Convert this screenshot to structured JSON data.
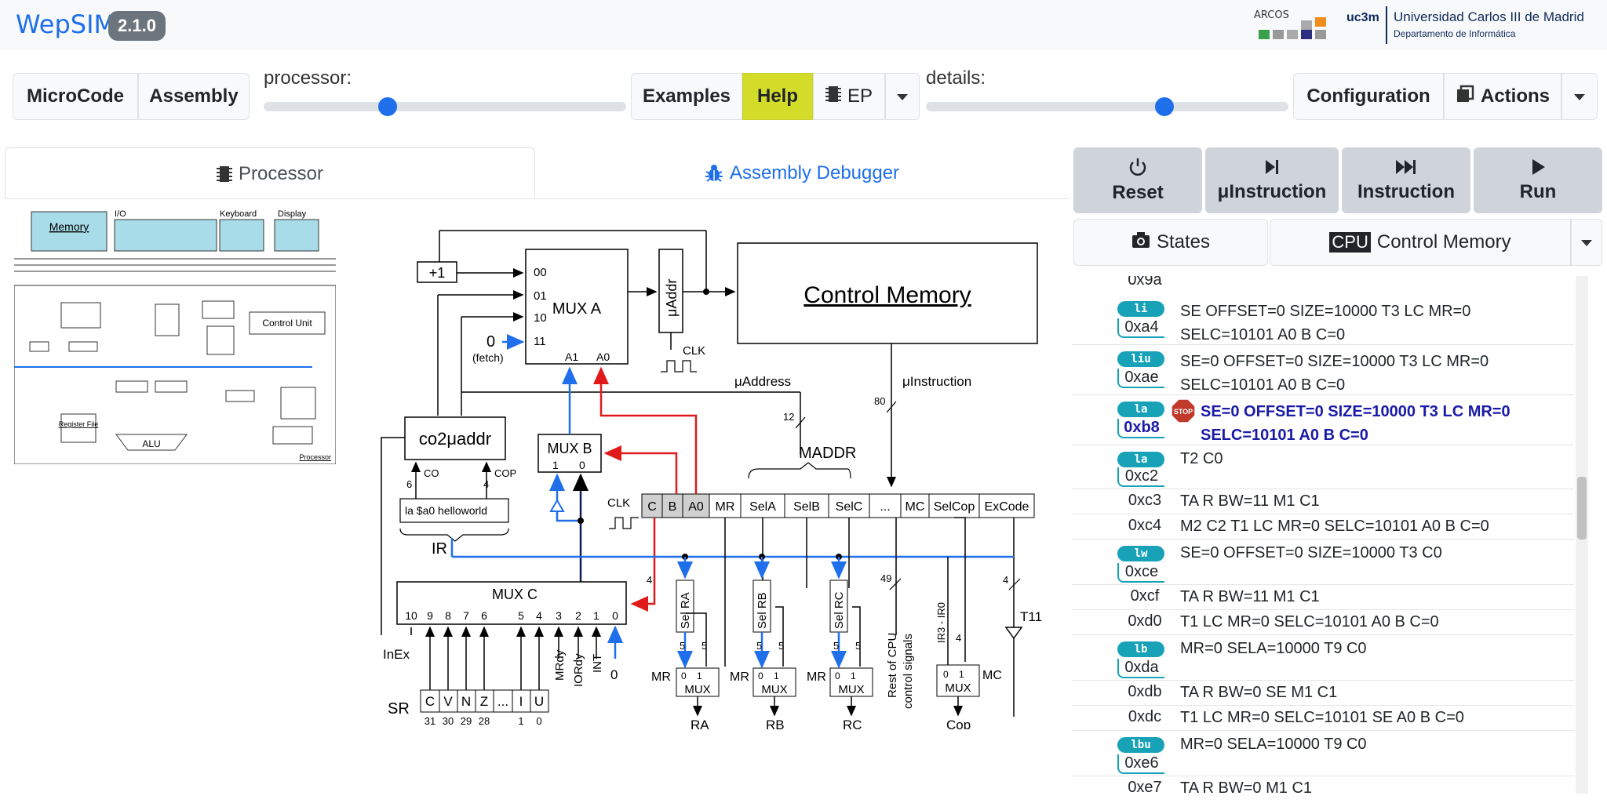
{
  "header": {
    "brand": "WepSIM",
    "version": "2.1.0",
    "arcos": "ARCOS",
    "uc3m": "uc3m",
    "university": "Universidad Carlos III de Madrid",
    "department": "Departamento de Informática"
  },
  "toolbar": {
    "microcode": "MicroCode",
    "assembly": "Assembly",
    "processor_label": "processor:",
    "processor_slider": 0.34,
    "examples": "Examples",
    "help": "Help",
    "ep": "EP",
    "details_label": "details:",
    "details_slider": 0.66,
    "configuration": "Configuration",
    "actions": "Actions"
  },
  "tabs": {
    "processor": "Processor",
    "debugger": "Assembly Debugger"
  },
  "exec": {
    "reset": "Reset",
    "uinstruction": "μInstruction",
    "instruction": "Instruction",
    "run": "Run",
    "states": "States",
    "cpu_tag": "CPU",
    "control_memory": "Control Memory"
  },
  "control_memory": {
    "top_partial": "0x9a",
    "rows": [
      {
        "label": "li",
        "addr": "0xa4",
        "code": "SE OFFSET=0 SIZE=10000 T3 LC MR=0 SELC=10101 A0 B C=0"
      },
      {
        "label": "liu",
        "addr": "0xae",
        "code": "SE=0 OFFSET=0 SIZE=10000 T3 LC MR=0 SELC=10101 A0 B C=0"
      },
      {
        "label": "la",
        "addr": "0xb8",
        "code": "SE=0 OFFSET=0 SIZE=10000 T3 LC MR=0 SELC=10101 A0 B C=0",
        "active": true
      },
      {
        "label": "la",
        "addr": "0xc2",
        "code": "T2 C0"
      },
      {
        "label": "",
        "addr": "0xc3",
        "code": "TA R BW=11 M1 C1"
      },
      {
        "label": "",
        "addr": "0xc4",
        "code": "M2 C2 T1 LC MR=0 SELC=10101 A0 B C=0"
      },
      {
        "label": "lw",
        "addr": "0xce",
        "code": "SE=0 OFFSET=0 SIZE=10000 T3 C0"
      },
      {
        "label": "",
        "addr": "0xcf",
        "code": "TA R BW=11 M1 C1"
      },
      {
        "label": "",
        "addr": "0xd0",
        "code": "T1 LC MR=0 SELC=10101 A0 B C=0"
      },
      {
        "label": "lb",
        "addr": "0xda",
        "code": "MR=0 SELA=10000 T9 C0"
      },
      {
        "label": "",
        "addr": "0xdb",
        "code": "TA R BW=0 SE M1 C1"
      },
      {
        "label": "",
        "addr": "0xdc",
        "code": "T1 LC MR=0 SELC=10101 SE A0 B C=0"
      },
      {
        "label": "lbu",
        "addr": "0xe6",
        "code": "MR=0 SELA=10000 T9 C0"
      },
      {
        "label": "",
        "addr": "0xe7",
        "code": "TA R BW=0 M1 C1"
      }
    ]
  },
  "overview": {
    "memory": "Memory",
    "io": "I/O",
    "keyboard": "Keyboard",
    "display": "Display",
    "control_unit": "Control Unit",
    "alu": "ALU",
    "register_file": "Register File",
    "processor": "Processor"
  },
  "diagram": {
    "plus1": "+1",
    "mux_a": "MUX A",
    "mux_a_in": [
      "00",
      "01",
      "10",
      "11"
    ],
    "mux_a_sel": [
      "A1",
      "A0"
    ],
    "zero": "0",
    "fetch": "(fetch)",
    "uaddr": "μAddr",
    "clk": "CLK",
    "control_memory": "Control Memory",
    "uaddress": "μAddress",
    "uinstruction": "μInstruction",
    "n12": "12",
    "n80": "80",
    "maddr": "MADDR",
    "co2uaddr": "co2μaddr",
    "co": "CO",
    "cop": "COP",
    "n6": "6",
    "n4": "4",
    "ir_content": "la $a0 helloworld",
    "ir": "IR",
    "mux_b": "MUX B",
    "mux_b_in": [
      "1",
      "0"
    ],
    "fields": [
      "C",
      "B",
      "A0",
      "MR",
      "SelA",
      "SelB",
      "SelC",
      "...",
      "MC",
      "SelCop",
      "ExCode"
    ],
    "mux_c": "MUX C",
    "mux_c_in": [
      "10",
      "9",
      "8",
      "7",
      "6",
      "5",
      "4",
      "3",
      "2",
      "1",
      "0"
    ],
    "mrdy": "MRdy",
    "iordy": "IORdy",
    "int": "INT",
    "inex": "InEx",
    "sr": "SR",
    "sr_bits": [
      "C",
      "V",
      "N",
      "Z",
      "...",
      "I",
      "U"
    ],
    "sr_nums": [
      "31",
      "30",
      "29",
      "28",
      "1",
      "0"
    ],
    "sel_ra": "Sel RA",
    "sel_rb": "Sel RB",
    "sel_rc": "Sel RC",
    "mux": "MUX",
    "mr": "MR",
    "mc": "MC",
    "ra": "RA",
    "rb": "RB",
    "rc": "RC",
    "cop_out": "Cop",
    "n5": "5",
    "n49": "49",
    "rest": "Rest of CPU",
    "control_signals": "control signals",
    "ir3_ir0": "IR3 - IR0",
    "t11": "T11"
  }
}
